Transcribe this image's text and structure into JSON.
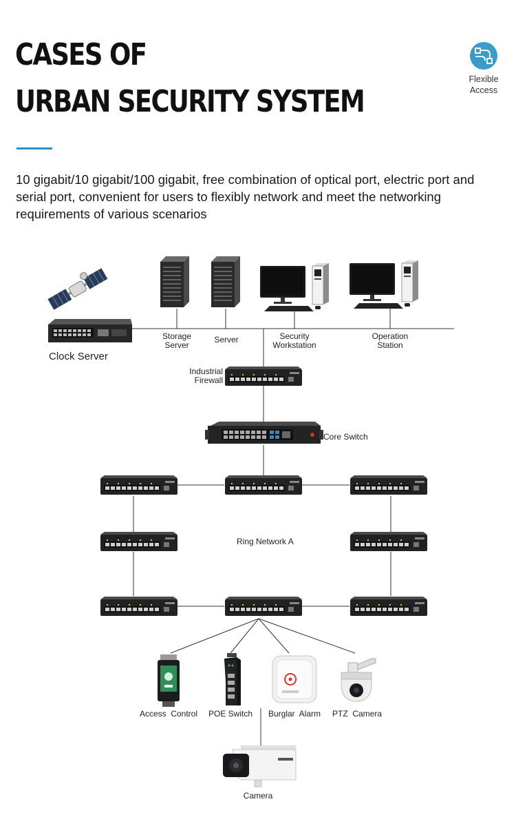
{
  "header": {
    "title_line1": "CASES OF",
    "title_line2": "URBAN SECURITY SYSTEM",
    "badge_label": "Flexible Access",
    "description": "10 gigabit/10 gigabit/100 gigabit, free combination of optical port, electric port and serial port, convenient for users to flexibly network and meet the networking requirements of various scenarios"
  },
  "icons": {
    "badge": "flexible-access-icon",
    "satellite": "satellite-icon",
    "clock_server": "rack-switch-icon",
    "servers": "server-tower-icon",
    "workstations": "desktop-computer-icon",
    "switches": "ethernet-switch-icon",
    "core_switch": "core-switch-icon",
    "access_control": "access-control-terminal-icon",
    "poe_switch": "din-rail-poe-switch-icon",
    "burglar_alarm": "burglar-alarm-icon",
    "ptz_camera": "ptz-dome-camera-icon",
    "camera": "bullet-camera-icon"
  },
  "colors": {
    "accent": "#2a8fc4",
    "badge": "#3a9cc8",
    "device": "#1f1f1f"
  },
  "labels": {
    "clock_server": "Clock Server",
    "storage_server": "Storage\nServer",
    "server": "Server",
    "security_workstation": "Security\nWorkstation",
    "operation_station": "Operation\nStation",
    "industrial_firewall": "Industrial\nFirewall",
    "core_switch": "Core Switch",
    "ring_network": "Ring Network A",
    "access_control": "Access  Control",
    "poe_switch": "POE Switch",
    "burglar_alarm": "Burglar  Alarm",
    "ptz_camera": "PTZ  Camera",
    "camera": "Camera"
  }
}
